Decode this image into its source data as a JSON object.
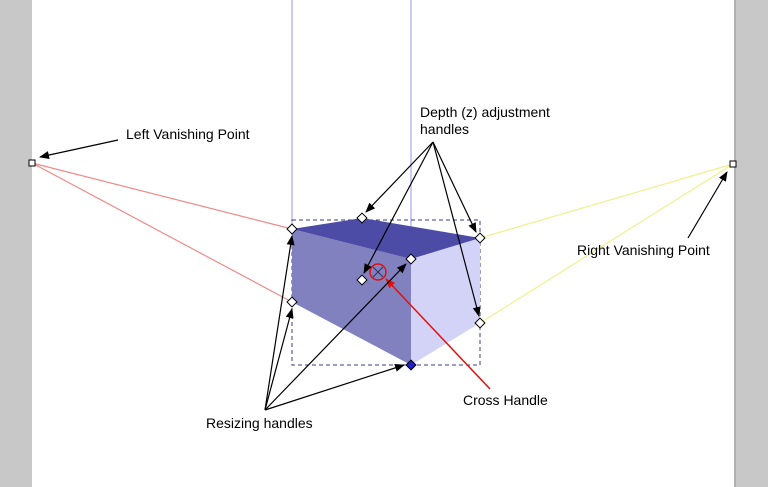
{
  "labels": {
    "left_vp": "Left Vanishing Point",
    "right_vp": "Right Vanishing Point",
    "depth_line1": "Depth (z) adjustment",
    "depth_line2": "handles",
    "cross": "Cross Handle",
    "resizing": "Resizing handles"
  },
  "colors": {
    "page": "#ffffff",
    "desk": "#c8c8c8",
    "top_face": "#4c4ca6",
    "left_face": "#8181c0",
    "right_face": "#d3d3f8",
    "left_perspective_lines": "#f08a8a",
    "right_perspective_lines": "#f0f08a",
    "vertical_guides": "#a8a8f0",
    "cross_handle": "#e01010",
    "arrows": "#000000"
  }
}
